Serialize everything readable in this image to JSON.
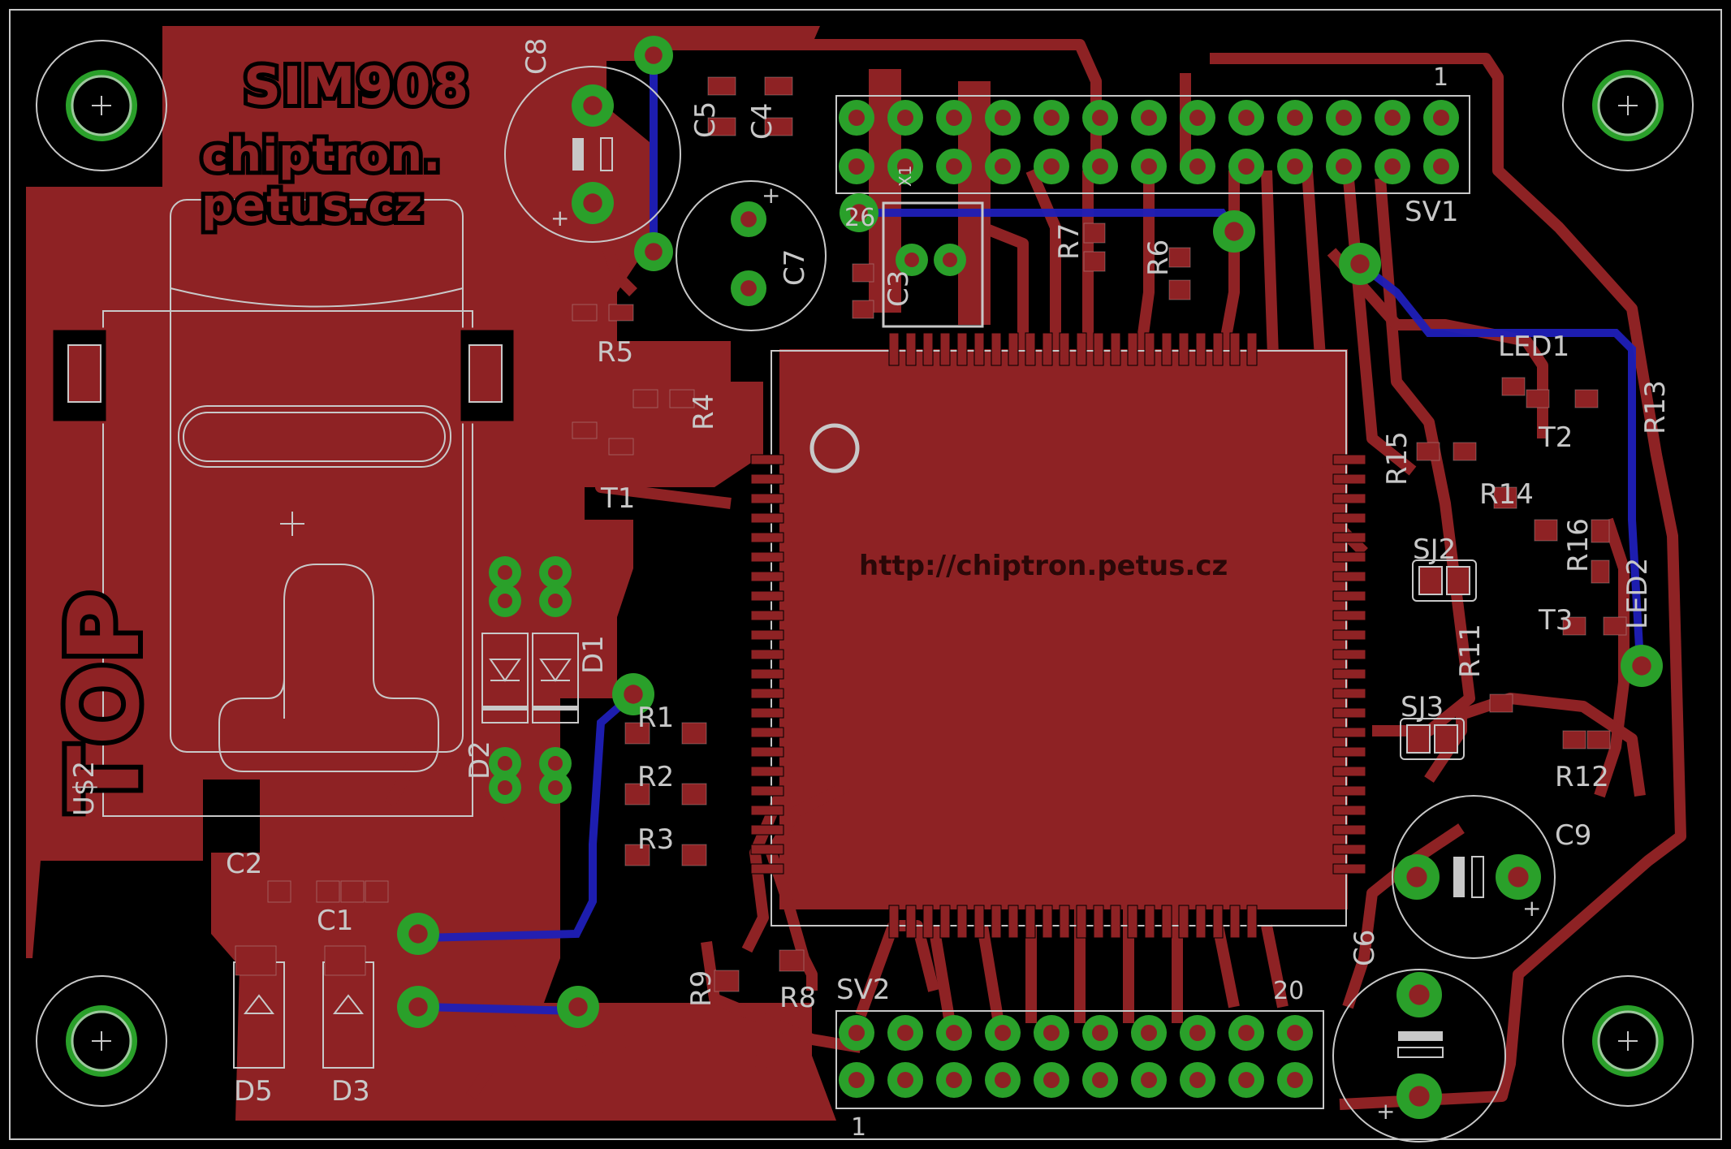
{
  "colors": {
    "background": "#000000",
    "copper_top": "#8e2224",
    "copper_bottom": "#1f1fb8",
    "pad": "#2aa02a",
    "silk": "#c8c8c8",
    "text_dark": "#2a0808",
    "drill_ring": "#9cc89c"
  },
  "board": {
    "brand_lines": [
      "SIM908",
      "chiptron.",
      "petus.cz"
    ],
    "url": "http://chiptron.petus.cz",
    "side_label": "TOP",
    "holder_label": "U$2"
  },
  "components": {
    "C1": "C1",
    "C2": "C2",
    "C3": "C3",
    "C4": "C4",
    "C5": "C5",
    "C6": "C6",
    "C7": "C7",
    "C8": "C8",
    "C9": "C9",
    "D1": "D1",
    "D2": "D2",
    "D3": "D3",
    "D5": "D5",
    "R1": "R1",
    "R2": "R2",
    "R3": "R3",
    "R4": "R4",
    "R5": "R5",
    "R6": "R6",
    "R7": "R7",
    "R8": "R8",
    "R9": "R9",
    "R11": "R11",
    "R12": "R12",
    "R13": "R13",
    "R14": "R14",
    "R15": "R15",
    "R16": "R16",
    "T1": "T1",
    "T2": "T2",
    "T3": "T3",
    "LED1": "LED1",
    "LED2": "LED2",
    "SJ2": "SJ2",
    "SJ3": "SJ3",
    "SV1": "SV1",
    "SV2": "SV2",
    "X1": "X1"
  },
  "pin_labels": {
    "sv1_pin1": "1",
    "sv1_pin26": "26",
    "sv2_pin1": "1",
    "sv2_pin20": "20"
  },
  "polarity": {
    "plus": "+"
  }
}
